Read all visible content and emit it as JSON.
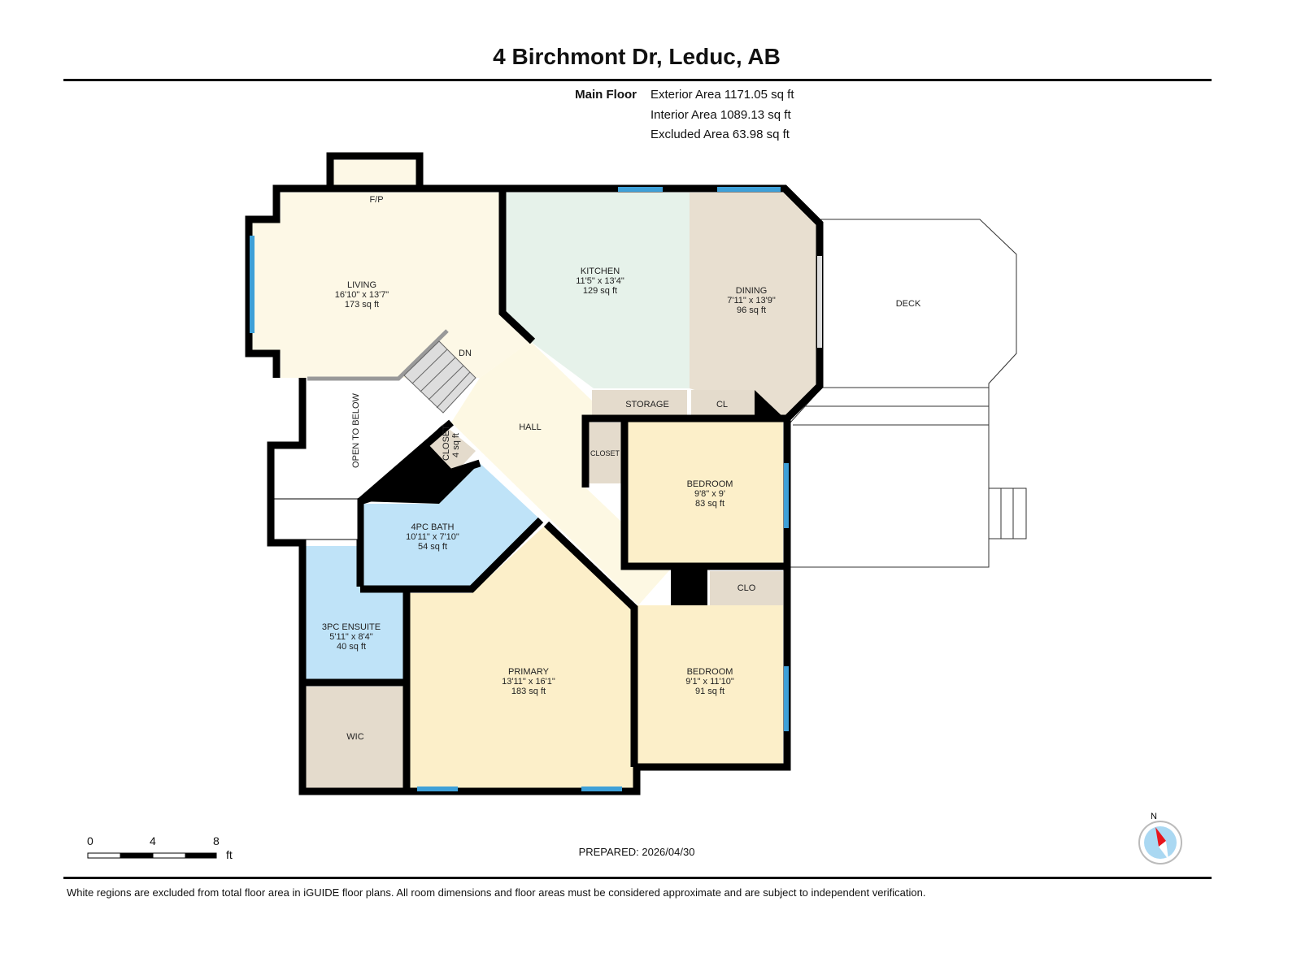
{
  "title": "4 Birchmont Dr, Leduc, AB",
  "floor": {
    "name": "Main Floor",
    "exterior_area": "Exterior Area 1171.05 sq ft",
    "interior_area": "Interior Area 1089.13 sq ft",
    "excluded_area": "Excluded Area 63.98 sq ft"
  },
  "rooms": {
    "living": {
      "name": "LIVING",
      "dims": "16'10\" x 13'7\"",
      "area": "173 sq ft"
    },
    "kitchen": {
      "name": "KITCHEN",
      "dims": "11'5\" x 13'4\"",
      "area": "129 sq ft"
    },
    "dining": {
      "name": "DINING",
      "dims": "7'11\" x 13'9\"",
      "area": "96 sq ft"
    },
    "bedroom1": {
      "name": "BEDROOM",
      "dims": "9'8\" x 9'",
      "area": "83 sq ft"
    },
    "bedroom2": {
      "name": "BEDROOM",
      "dims": "9'1\" x 11'10\"",
      "area": "91 sq ft"
    },
    "bath4": {
      "name": "4PC BATH",
      "dims": "10'11\" x 7'10\"",
      "area": "54 sq ft"
    },
    "ensuite": {
      "name": "3PC ENSUITE",
      "dims": "5'11\" x 8'4\"",
      "area": "40 sq ft"
    },
    "primary": {
      "name": "PRIMARY",
      "dims": "13'11\" x 16'1\"",
      "area": "183 sq ft"
    },
    "closet_small": {
      "name": "CLOSET",
      "area": "4 sq ft"
    },
    "hall": "HALL",
    "storage": "STORAGE",
    "cl": "CL",
    "closet": "CLOSET",
    "clo": "CLO",
    "wic": "WIC",
    "fp": "F/P",
    "dn": "DN",
    "open_below": "OPEN TO BELOW",
    "deck": "DECK"
  },
  "scale": {
    "ticks": [
      "0",
      "4",
      "8"
    ],
    "unit": "ft"
  },
  "compass": {
    "label": "N"
  },
  "prepared": "PREPARED: 2026/04/30",
  "disclaimer": "White regions are excluded from total floor area in iGUIDE floor plans. All room dimensions and floor areas must be considered approximate and are subject to independent verification.",
  "colors": {
    "living": "#fdf8e6",
    "kitchen": "#e6f2ea",
    "dining": "#e8dfd0",
    "bedroom": "#fcefc9",
    "bath": "#bfe3f8",
    "closet": "#e4dbcc",
    "hall": "#fdf8e3",
    "wall": "#000000",
    "window": "#3ea0d8"
  }
}
